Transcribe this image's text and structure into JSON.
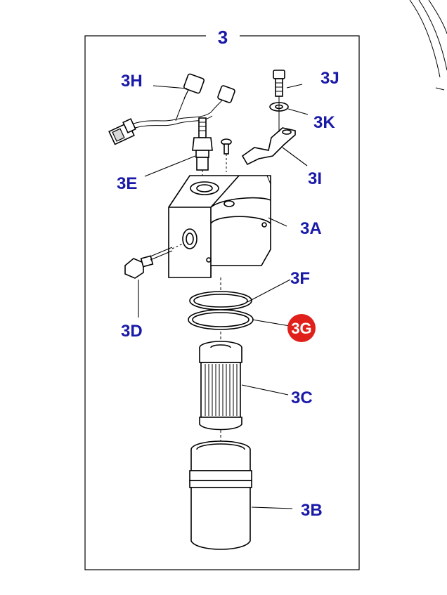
{
  "diagram": {
    "assembly_number": "3",
    "highlight_color": "#e0201a",
    "label_color": "#1a1aa8",
    "callouts": {
      "3H": "3H",
      "3J": "3J",
      "3K": "3K",
      "3E": "3E",
      "3I": "3I",
      "3A": "3A",
      "3D": "3D",
      "3F": "3F",
      "3G": "3G",
      "3C": "3C",
      "3B": "3B"
    }
  }
}
